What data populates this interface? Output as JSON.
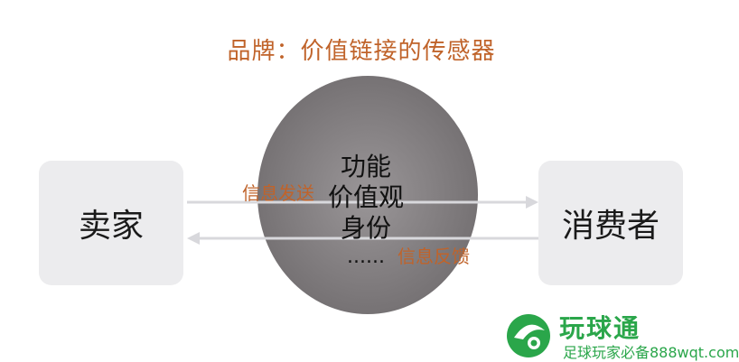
{
  "title": "品牌：价值链接的传感器",
  "seller": "卖家",
  "consumer": "消费者",
  "center_lines": [
    "功能",
    "价值观",
    "身份",
    "......"
  ],
  "arrow_top_label": "信息发送",
  "arrow_bottom_label": "信息反馈",
  "watermark": {
    "brand": "玩球通",
    "tagline": "足球玩家必备888wqt.com"
  },
  "colors": {
    "accent": "#c0632a",
    "box": "#ececee",
    "ellipse": "#8a8688",
    "arrow": "#d8d8dc",
    "watermark": "#2aa64a"
  }
}
